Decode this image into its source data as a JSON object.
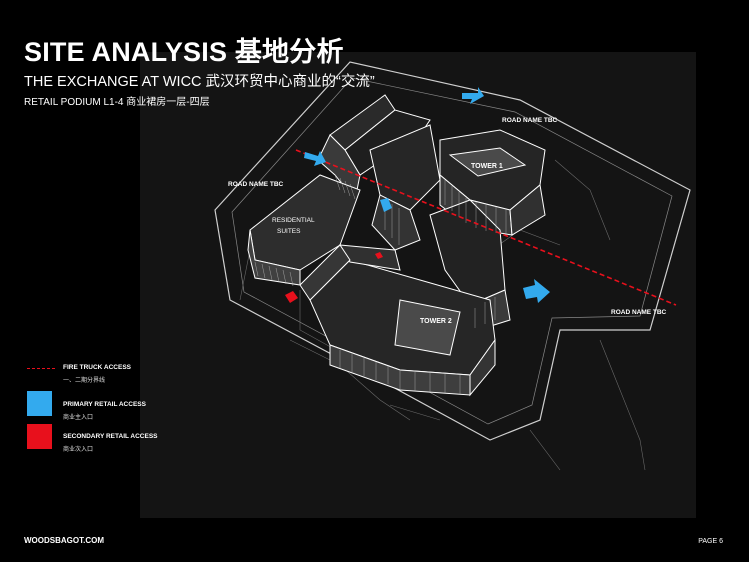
{
  "header": {
    "title": "SITE ANALYSIS 基地分析",
    "subtitle": "THE EXCHANGE AT WICC 武汉环贸中心商业的“交流”",
    "podium": "RETAIL PODIUM L1-4 商业裙房一层-四层"
  },
  "map_labels": {
    "road_top": "ROAD NAME TBC",
    "road_left": "ROAD NAME TBC",
    "road_right": "ROAD NAME TBC",
    "tower1": "TOWER 1",
    "tower2": "TOWER 2",
    "residential_1": "RESIDENTIAL",
    "residential_2": "SUITES"
  },
  "legend": {
    "fire_title": "FIRE TRUCK ACCESS",
    "fire_sub": "一、二期分界线",
    "primary_title": "PRIMARY RETAIL ACCESS",
    "primary_sub": "商业主入口",
    "secondary_title": "SECONDARY RETAIL ACCESS",
    "secondary_sub": "商业次入口"
  },
  "footer": {
    "brand": "WOODSBAGOT.COM",
    "page": "PAGE 6"
  },
  "colors": {
    "fire_line": "#e8101c",
    "primary": "#33aaee",
    "secondary": "#e8101c"
  }
}
